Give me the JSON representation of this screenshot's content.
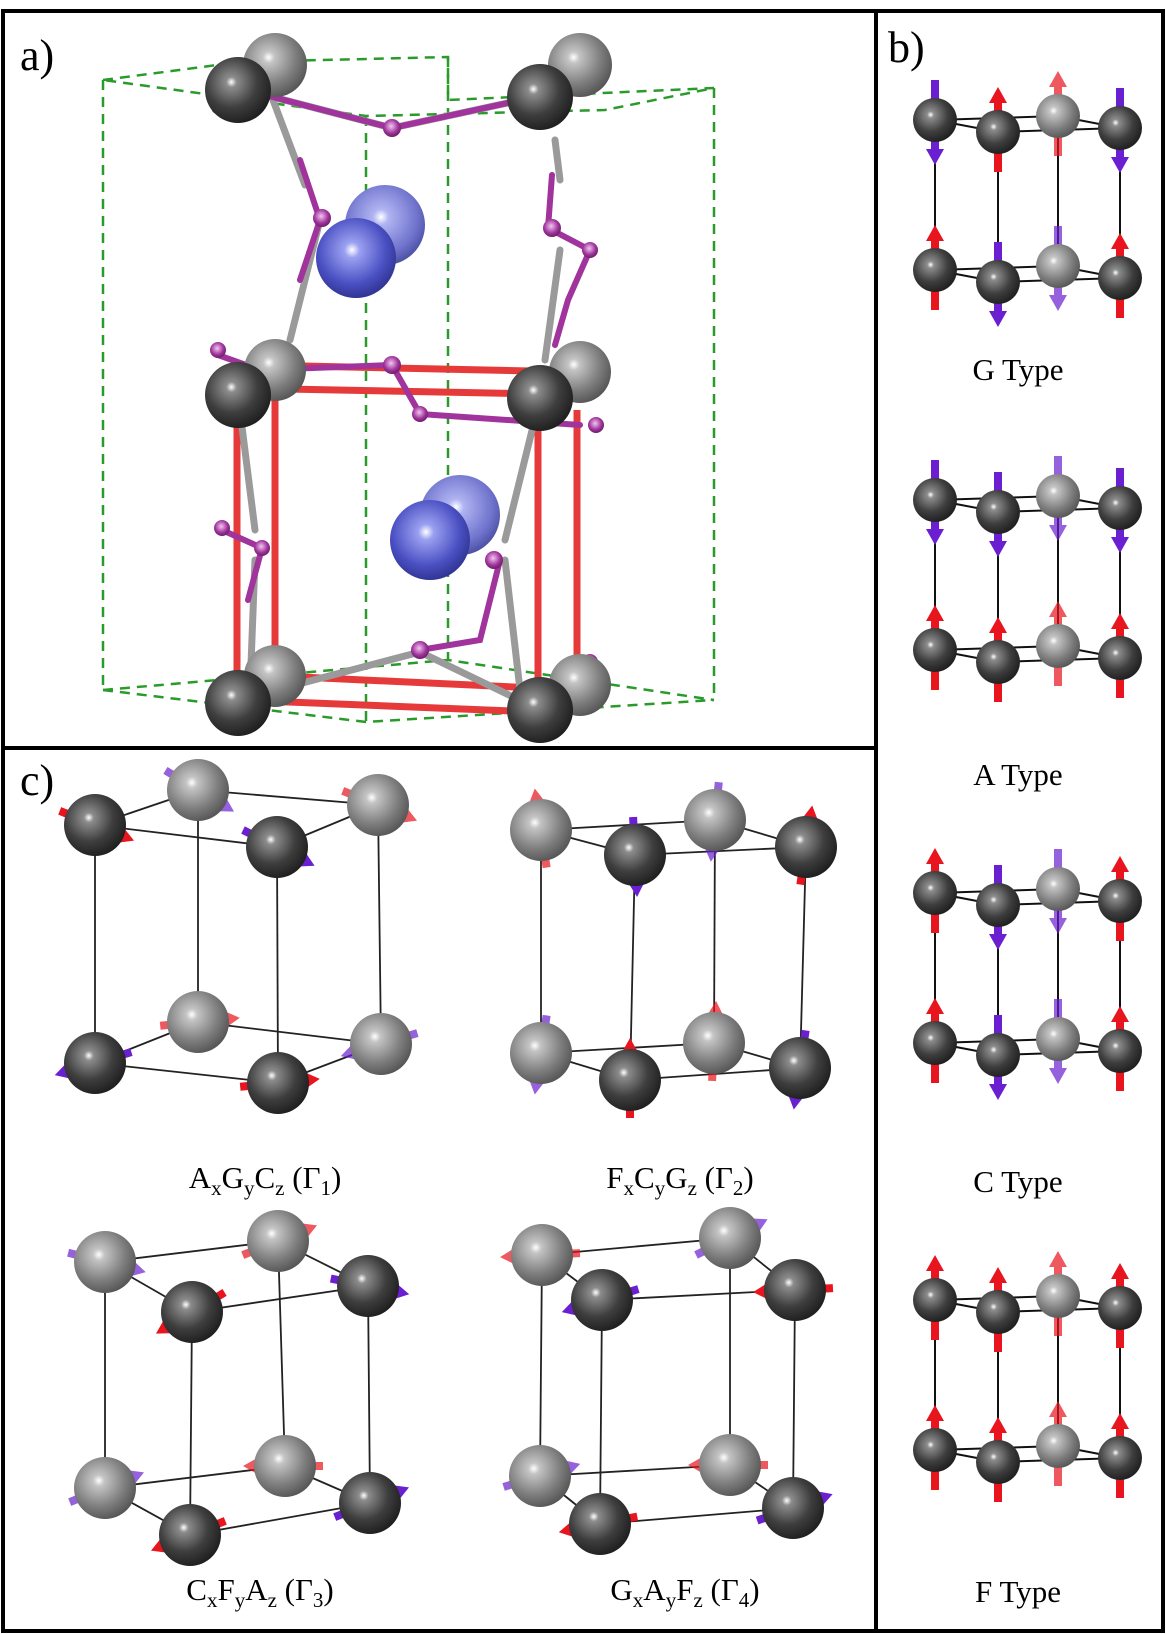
{
  "panels": {
    "a": {
      "letter": "a)"
    },
    "b": {
      "letter": "b)",
      "types": [
        {
          "label": "G Type",
          "up_planes": "alternate"
        },
        {
          "label": "A Type",
          "up_planes": "bottom"
        },
        {
          "label": "C Type",
          "up_planes": "columns"
        },
        {
          "label": "F Type",
          "up_planes": "all"
        }
      ]
    },
    "c": {
      "letter": "c)",
      "configs": [
        {
          "main": [
            "A",
            "G",
            "C"
          ],
          "subs": [
            "x",
            "y",
            "z"
          ],
          "gamma": "Γ",
          "irrep": "1"
        },
        {
          "main": [
            "F",
            "C",
            "G"
          ],
          "subs": [
            "x",
            "y",
            "z"
          ],
          "gamma": "Γ",
          "irrep": "2"
        },
        {
          "main": [
            "C",
            "F",
            "A"
          ],
          "subs": [
            "x",
            "y",
            "z"
          ],
          "gamma": "Γ",
          "irrep": "3"
        },
        {
          "main": [
            "G",
            "A",
            "F"
          ],
          "subs": [
            "x",
            "y",
            "z"
          ],
          "gamma": "Γ",
          "irrep": "4"
        }
      ]
    }
  },
  "colors": {
    "frame": "#000000",
    "spin_up": "#e8141e",
    "spin_down": "#6a1fd0",
    "metal_dark": "#4a4a4a",
    "metal_light": "#8e8e8e",
    "rare_earth": "#4e52c8",
    "oxygen": "#a0349c",
    "bond": "#9a9a9a",
    "cell_edge_dashed": "#2a9a2a",
    "pseudo_cubic": "#e63a3a"
  }
}
